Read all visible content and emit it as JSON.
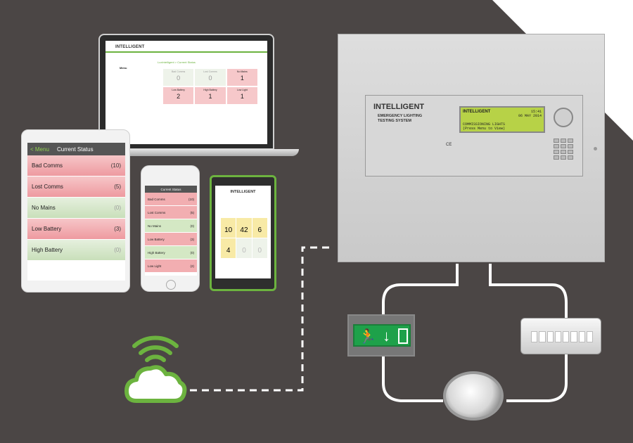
{
  "laptop": {
    "logo": "INTELLIGENT",
    "crumb": "LuxIntelligent > Current Status",
    "menu_title": "Menu",
    "cells": [
      {
        "label": "Bad Comms",
        "value": "0"
      },
      {
        "label": "Lost Comms",
        "value": "0"
      },
      {
        "label": "No Mains",
        "value": "1"
      },
      {
        "label": "Low Battery",
        "value": "2"
      },
      {
        "label": "High Battery",
        "value": "1"
      },
      {
        "label": "Low Light",
        "value": "1"
      }
    ]
  },
  "tablet": {
    "back": "< Menu",
    "title": "Current Status",
    "rows": [
      {
        "label": "Bad Comms",
        "count": "(10)"
      },
      {
        "label": "Lost Comms",
        "count": "(5)"
      },
      {
        "label": "No Mains",
        "count": "(0)"
      },
      {
        "label": "Low Battery",
        "count": "(3)"
      },
      {
        "label": "High Battery",
        "count": "(0)"
      }
    ]
  },
  "phone": {
    "title": "Current Status",
    "rows": [
      {
        "label": "Bad Comms",
        "count": "(10)"
      },
      {
        "label": "Lost Comms",
        "count": "(5)"
      },
      {
        "label": "No Mains",
        "count": "(0)"
      },
      {
        "label": "Low Battery",
        "count": "(3)"
      },
      {
        "label": "High Battery",
        "count": "(0)"
      },
      {
        "label": "Low Light",
        "count": "(2)"
      }
    ]
  },
  "winphone": {
    "logo": "INTELLIGENT",
    "values": [
      "10",
      "42",
      "6",
      "4",
      "0",
      "0"
    ]
  },
  "panel": {
    "logo": "INTELLIGENT",
    "subtitle_1": "EMERGENCY LIGHTING",
    "subtitle_2": "TESTING SYSTEM",
    "lcd_logo": "INTELLIGENT",
    "lcd_time": "15:41",
    "lcd_date": "06 MAY 2014",
    "lcd_line2": "COMMISSIONING LIGHTS",
    "lcd_line3": "(Press Menu to View)",
    "ce": "CE"
  },
  "colors": {
    "bg": "#4b4645",
    "accent": "#6cb33f",
    "red_row": "#f2a8ab",
    "green_row": "#d4e8c4"
  }
}
